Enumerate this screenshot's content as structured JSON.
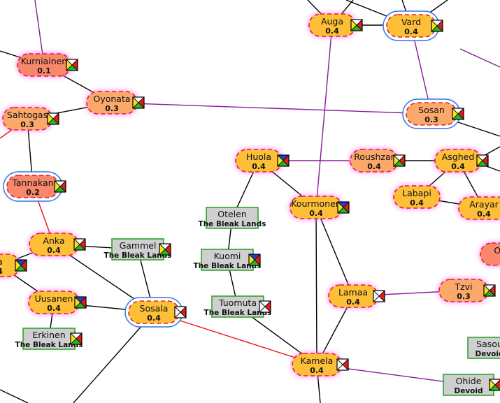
{
  "colors": {
    "node_orange": "#fcbf37",
    "node_light_orange": "#fba86b",
    "node_salmon": "#f8876b",
    "node_dashed_border": "#e0222d",
    "node_glow": "#ff55ff",
    "selected_ring": "#2b7be0",
    "territory_fill": "#cfcfcf",
    "territory_border": "#2da52d",
    "edge_black": "#000000",
    "edge_purple": "#881a99",
    "edge_red": "#ee1111"
  },
  "nodes": [
    {
      "id": "auga",
      "name": "Auga",
      "value": "0.4",
      "kind": "settlement",
      "tone": "orange",
      "selected": false,
      "flag": "white-red-green-yellow"
    },
    {
      "id": "vard",
      "name": "Vard",
      "value": "0.4",
      "kind": "settlement",
      "tone": "orange",
      "selected": true,
      "flag": "white-red-green-yellow"
    },
    {
      "id": "kurniainen",
      "name": "Kurniainen",
      "value": "0.1",
      "kind": "settlement",
      "tone": "salmon",
      "selected": false,
      "flag": "white-red-green-yellow"
    },
    {
      "id": "oyonata",
      "name": "Oyonata",
      "value": "0.3",
      "kind": "settlement",
      "tone": "light",
      "selected": false,
      "flag": "white-red-green-yellow"
    },
    {
      "id": "sahtogas",
      "name": "Sahtogas",
      "value": "0.3",
      "kind": "settlement",
      "tone": "light",
      "selected": false,
      "flag": "white-red-green-yellow"
    },
    {
      "id": "sosan",
      "name": "Sosan",
      "value": "0.3",
      "kind": "settlement",
      "tone": "light",
      "selected": true,
      "flag": "white-red-green-yellow"
    },
    {
      "id": "huola",
      "name": "Huola",
      "value": "0.4",
      "kind": "settlement",
      "tone": "orange",
      "selected": false,
      "flag": "blue-red-green-yellow"
    },
    {
      "id": "roushzar",
      "name": "Roushzar",
      "value": "0.4",
      "kind": "settlement",
      "tone": "light",
      "selected": false,
      "flag": "white-red-green-yellow"
    },
    {
      "id": "asghed",
      "name": "Asghed",
      "value": "0.4",
      "kind": "settlement",
      "tone": "orange",
      "selected": false,
      "flag": "white-red-green-yellow"
    },
    {
      "id": "tannakan",
      "name": "Tannakan",
      "value": "0.2",
      "kind": "settlement",
      "tone": "salmon",
      "selected": true,
      "flag": "white-red-green-yellow"
    },
    {
      "id": "labapi",
      "name": "Labapi",
      "value": "0.4",
      "kind": "settlement",
      "tone": "orange",
      "selected": false,
      "flag": "none"
    },
    {
      "id": "arayar",
      "name": "Arayar",
      "value": "0.4",
      "kind": "settlement",
      "tone": "orange",
      "selected": false,
      "flag": "none"
    },
    {
      "id": "kourmonen",
      "name": "Kourmonen",
      "value": "0.4",
      "kind": "settlement",
      "tone": "orange",
      "selected": false,
      "flag": "blue-red-green-yellow"
    },
    {
      "id": "otelen",
      "name": "Otelen",
      "owner": "The Bleak Lands",
      "kind": "territory",
      "flag": "none"
    },
    {
      "id": "kuomi",
      "name": "Kuomi",
      "owner": "The Bleak Lands",
      "kind": "territory",
      "flag": "blue-red-green-yellow"
    },
    {
      "id": "anka",
      "name": "Anka",
      "value": "0.4",
      "kind": "settlement",
      "tone": "orange",
      "selected": false,
      "flag": "white-red-green-yellow"
    },
    {
      "id": "gammel",
      "name": "Gammel",
      "owner": "The Bleak Lands",
      "kind": "territory",
      "flag": "white-red-green-yellow"
    },
    {
      "id": "edge-west",
      "name": "a",
      "value": "4",
      "kind": "settlement",
      "tone": "orange",
      "selected": false,
      "flag": "blue-red-green-yellow"
    },
    {
      "id": "oy-east",
      "name": "Oy",
      "value": "",
      "kind": "settlement",
      "tone": "salmon",
      "selected": false,
      "flag": "none"
    },
    {
      "id": "uusanen",
      "name": "Uusanen",
      "value": "0.4",
      "kind": "settlement",
      "tone": "orange",
      "selected": false,
      "flag": "blue-red-green-yellow"
    },
    {
      "id": "lamaa",
      "name": "Lamaa",
      "value": "0.4",
      "kind": "settlement",
      "tone": "orange",
      "selected": false,
      "flag": "white-red-white-white"
    },
    {
      "id": "tzvi",
      "name": "Tzvi",
      "value": "0.3",
      "kind": "settlement",
      "tone": "light",
      "selected": false,
      "flag": "white-red-green-yellow"
    },
    {
      "id": "tuomuta",
      "name": "Tuomuta",
      "owner": "The Bleak Lands",
      "kind": "territory",
      "flag": "white-red-white-white"
    },
    {
      "id": "sosala",
      "name": "Sosala",
      "value": "0.4",
      "kind": "settlement",
      "tone": "orange",
      "selected": true,
      "flag": "white-red-white-white"
    },
    {
      "id": "erkinen",
      "name": "Erkinen",
      "owner": "The Bleak Lands",
      "kind": "territory",
      "flag": "white-red-green-yellow"
    },
    {
      "id": "sasou",
      "name": "Sasou",
      "owner": "Devoid",
      "kind": "territory",
      "flag": "none"
    },
    {
      "id": "kamela",
      "name": "Kamela",
      "value": "0.4",
      "kind": "settlement",
      "tone": "orange",
      "selected": false,
      "flag": "white-red-white-white"
    },
    {
      "id": "ohide",
      "name": "Ohide",
      "owner": "Devoid",
      "kind": "territory",
      "flag": "white-red-green-yellow"
    }
  ],
  "edges": [
    {
      "from": "auga",
      "to": "kourmonen",
      "color": "purple"
    },
    {
      "from": "vard",
      "to": "sosan",
      "color": "purple"
    },
    {
      "from": "kurniainen",
      "to": "oyonata",
      "color": "black"
    },
    {
      "from": "oyonata",
      "to": "sahtogas",
      "color": "black"
    },
    {
      "from": "oyonata",
      "to": "sosan",
      "color": "purple"
    },
    {
      "from": "sahtogas",
      "to": "tannakan",
      "color": "black"
    },
    {
      "from": "tannakan",
      "to": "anka",
      "color": "red"
    },
    {
      "from": "huola",
      "to": "roushzar",
      "color": "purple"
    },
    {
      "from": "huola",
      "to": "otelen",
      "color": "black"
    },
    {
      "from": "huola",
      "to": "kourmonen",
      "color": "black"
    },
    {
      "from": "roushzar",
      "to": "asghed",
      "color": "black"
    },
    {
      "from": "asghed",
      "to": "labapi",
      "color": "black"
    },
    {
      "from": "asghed",
      "to": "arayar",
      "color": "black"
    },
    {
      "from": "labapi",
      "to": "arayar",
      "color": "black"
    },
    {
      "from": "kourmonen",
      "to": "lamaa",
      "color": "black"
    },
    {
      "from": "kourmonen",
      "to": "kamela",
      "color": "black"
    },
    {
      "from": "otelen",
      "to": "kuomi",
      "color": "black"
    },
    {
      "from": "kuomi",
      "to": "tuomuta",
      "color": "black"
    },
    {
      "from": "tuomuta",
      "to": "kamela",
      "color": "black"
    },
    {
      "from": "anka",
      "to": "gammel",
      "color": "black"
    },
    {
      "from": "anka",
      "to": "sosala",
      "color": "black"
    },
    {
      "from": "gammel",
      "to": "sosala",
      "color": "black"
    },
    {
      "from": "anka",
      "to": "edge-west",
      "color": "black"
    },
    {
      "from": "edge-west",
      "to": "uusanen",
      "color": "black"
    },
    {
      "from": "uusanen",
      "to": "sosala",
      "color": "black"
    },
    {
      "from": "uusanen",
      "to": "erkinen",
      "color": "black"
    },
    {
      "from": "sosala",
      "to": "kamela",
      "color": "red"
    },
    {
      "from": "lamaa",
      "to": "kamela",
      "color": "black"
    },
    {
      "from": "lamaa",
      "to": "tzvi",
      "color": "purple"
    },
    {
      "from": "kamela",
      "to": "ohide",
      "color": "purple"
    }
  ]
}
